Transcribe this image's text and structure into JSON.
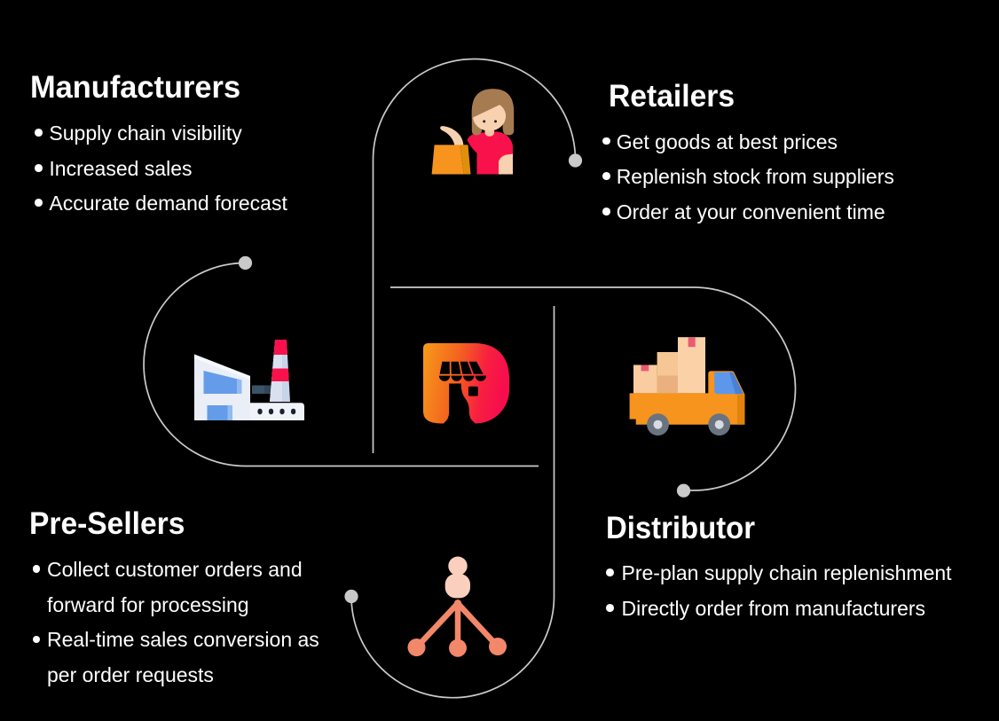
{
  "palette": {
    "background": "#000000",
    "text": "#ffffff",
    "connector": "#cbcbcb",
    "connector_dot": "#c9c9c9",
    "logo_orange": "#f69b1b",
    "logo_crimson": "#f70d4e",
    "accent_orange": "#f7941e",
    "accent_red": "#f8114b",
    "accent_blue": "#5c97ec",
    "salmon": "#f3876a",
    "skin_light": "#fbcfbe",
    "skin": "#f8d2b0",
    "hair_brown": "#a67b52",
    "box_tan": "#f9cd9f",
    "wheel_gray": "#6a7380",
    "building_white": "#e9eef7"
  },
  "icons": {
    "shopper": "woman shopper with bag",
    "factory": "manufacturing plant",
    "logo": "marketplace storefront logo",
    "truck": "delivery truck with boxes",
    "network": "pre-seller distribution network"
  },
  "sections": [
    {
      "id": "manufacturers",
      "title": "Manufacturers",
      "items": [
        [
          "Supply chain visibility"
        ],
        [
          "Increased sales"
        ],
        [
          "Accurate demand forecast"
        ]
      ]
    },
    {
      "id": "retailers",
      "title": "Retailers",
      "items": [
        [
          "Get goods at best prices"
        ],
        [
          "Replenish stock from suppliers"
        ],
        [
          "Order at your convenient time"
        ]
      ]
    },
    {
      "id": "presellers",
      "title": "Pre-Sellers",
      "items": [
        [
          "Collect customer orders and",
          "forward for processing"
        ],
        [
          "Real-time sales conversion as",
          "per order requests"
        ]
      ]
    },
    {
      "id": "distributor",
      "title": "Distributor",
      "items": [
        [
          "Pre-plan supply chain replenishment"
        ],
        [
          "Directly order from manufacturers"
        ]
      ]
    }
  ]
}
